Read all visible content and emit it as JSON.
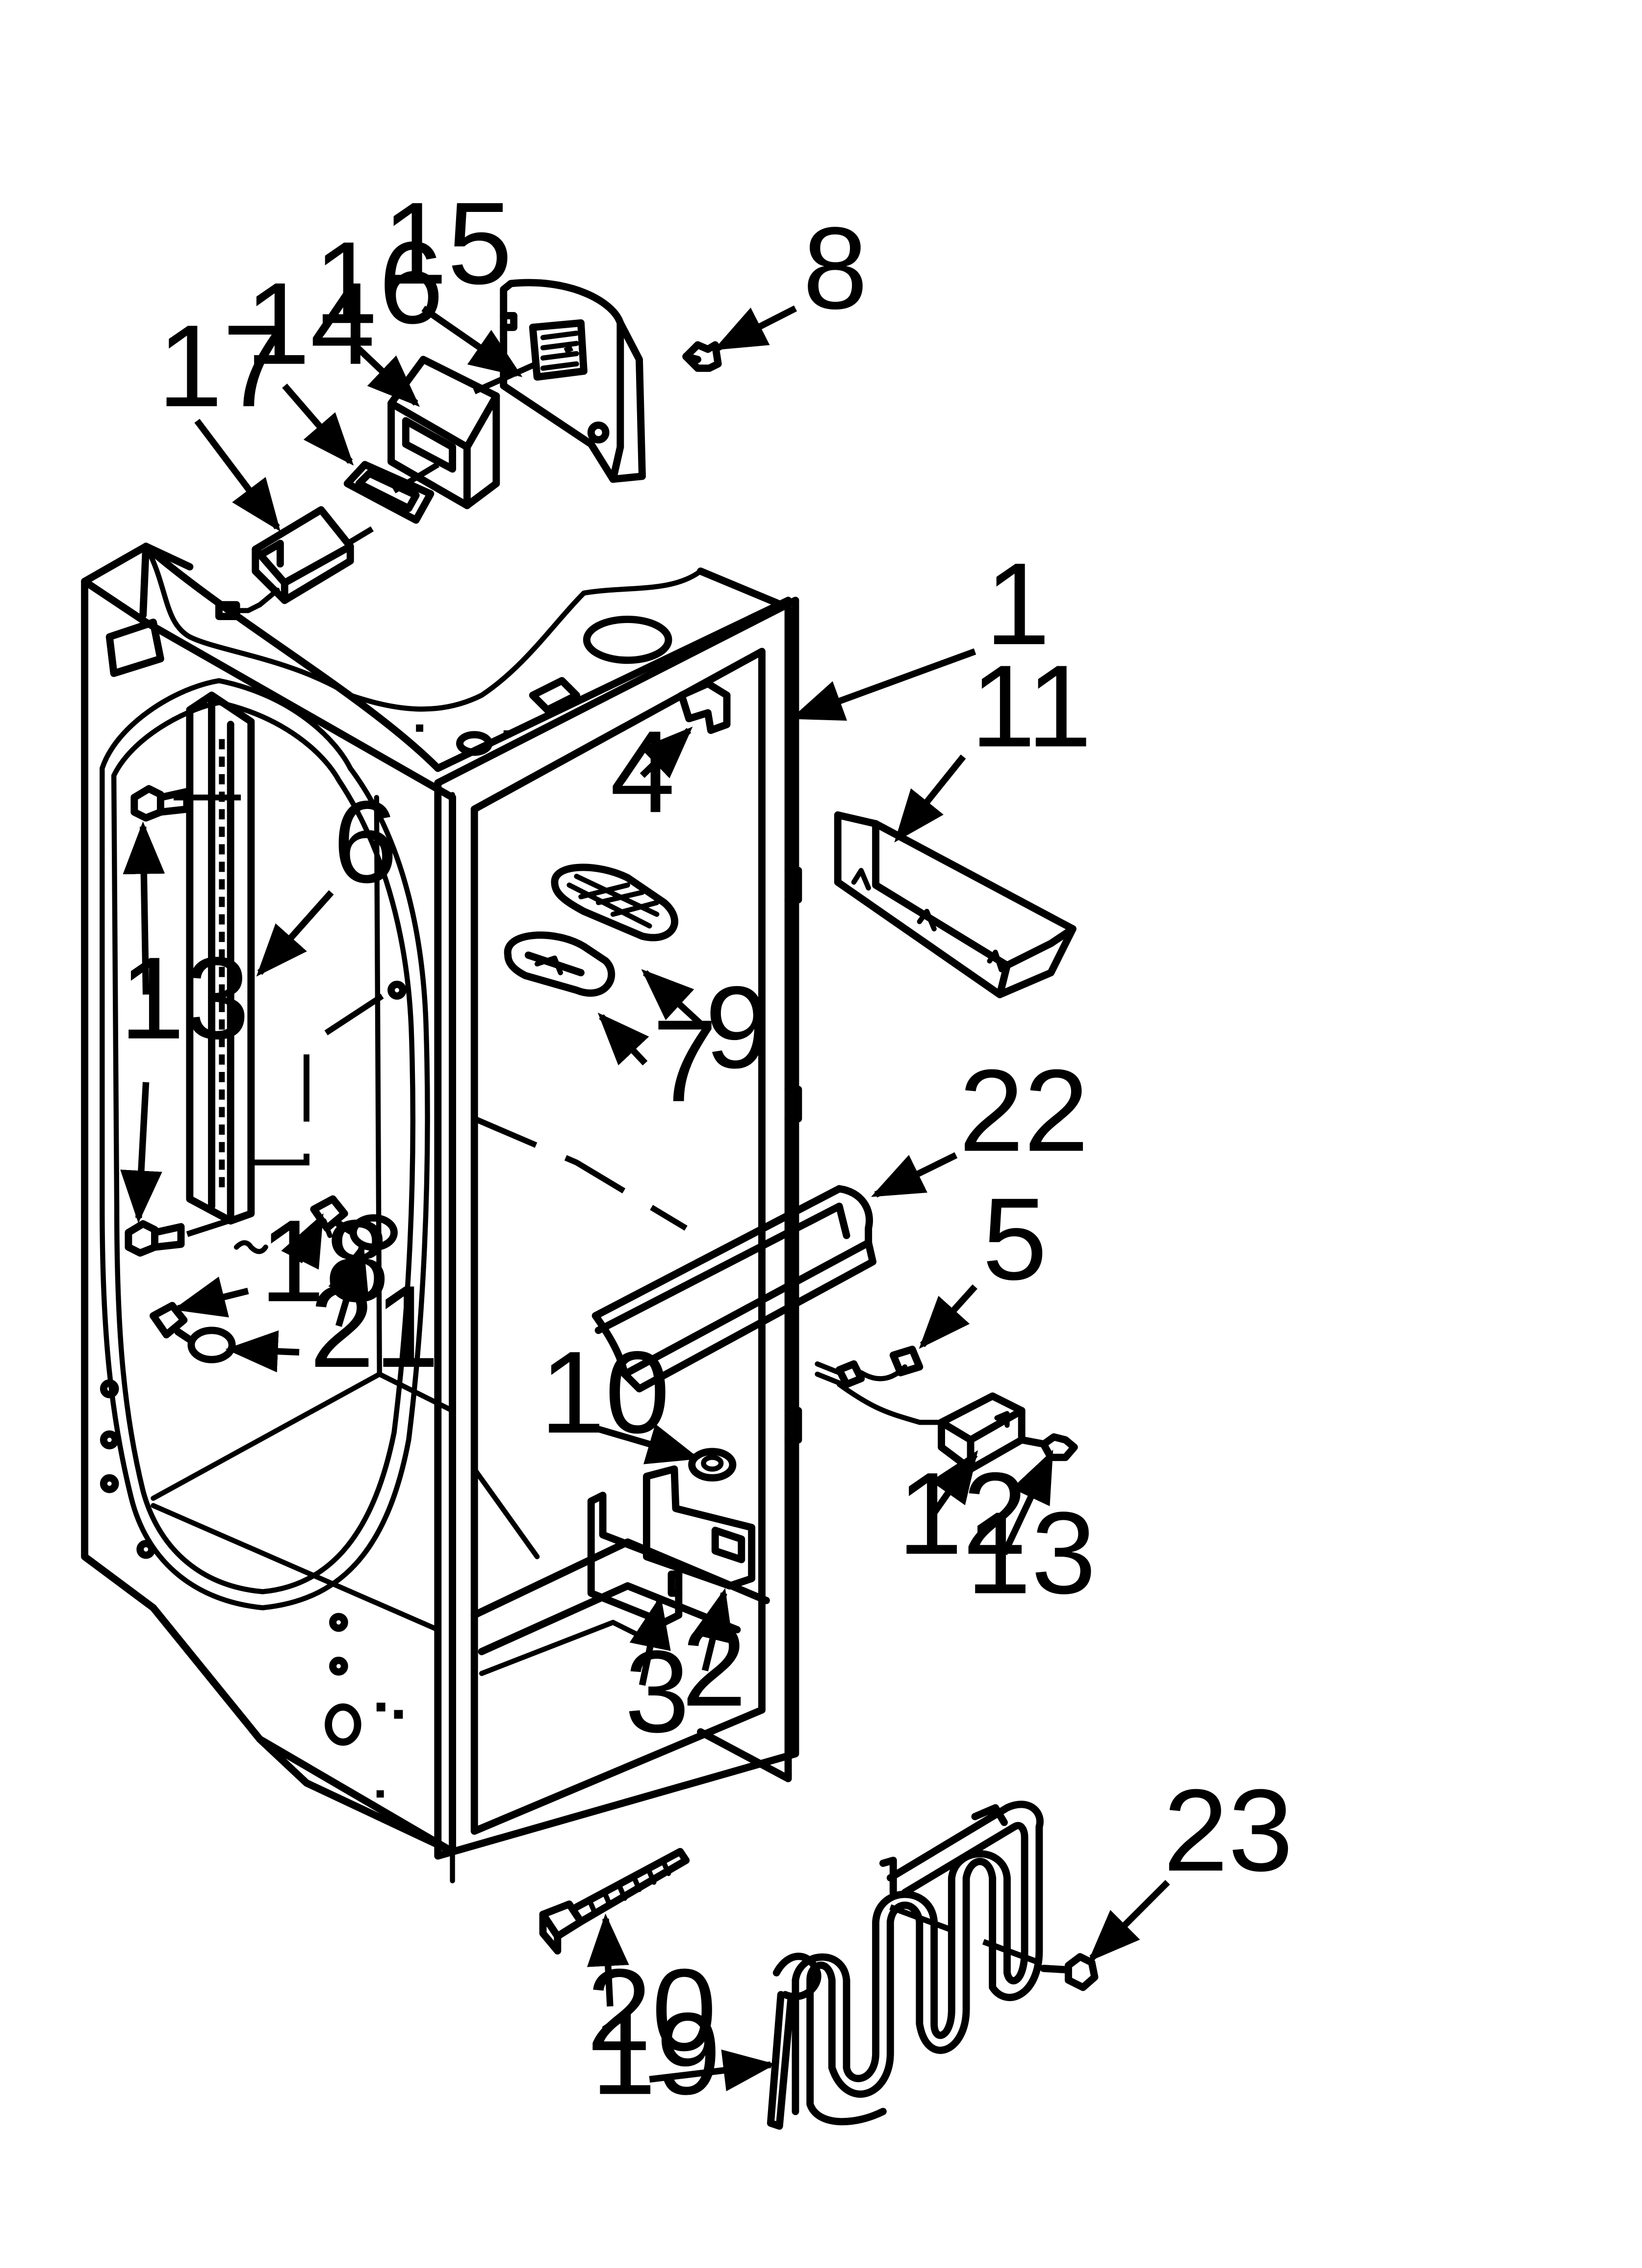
{
  "diagram": {
    "callouts": [
      {
        "id": "1",
        "label": "1"
      },
      {
        "id": "2",
        "label": "2"
      },
      {
        "id": "3",
        "label": "3"
      },
      {
        "id": "4",
        "label": "4"
      },
      {
        "id": "5",
        "label": "5"
      },
      {
        "id": "6",
        "label": "6"
      },
      {
        "id": "7",
        "label": "7"
      },
      {
        "id": "8",
        "label": "8"
      },
      {
        "id": "9",
        "label": "9"
      },
      {
        "id": "10",
        "label": "10"
      },
      {
        "id": "11",
        "label": "11"
      },
      {
        "id": "12",
        "label": "12"
      },
      {
        "id": "13",
        "label": "13"
      },
      {
        "id": "13b",
        "label": "13"
      },
      {
        "id": "14",
        "label": "14"
      },
      {
        "id": "15",
        "label": "15"
      },
      {
        "id": "16",
        "label": "16"
      },
      {
        "id": "17",
        "label": "17"
      },
      {
        "id": "18",
        "label": "18"
      },
      {
        "id": "18b",
        "label": "18"
      },
      {
        "id": "19",
        "label": "19"
      },
      {
        "id": "20",
        "label": "20"
      },
      {
        "id": "21",
        "label": "21"
      },
      {
        "id": "21b",
        "label": "21"
      },
      {
        "id": "22",
        "label": "22"
      },
      {
        "id": "23",
        "label": "23"
      }
    ]
  }
}
